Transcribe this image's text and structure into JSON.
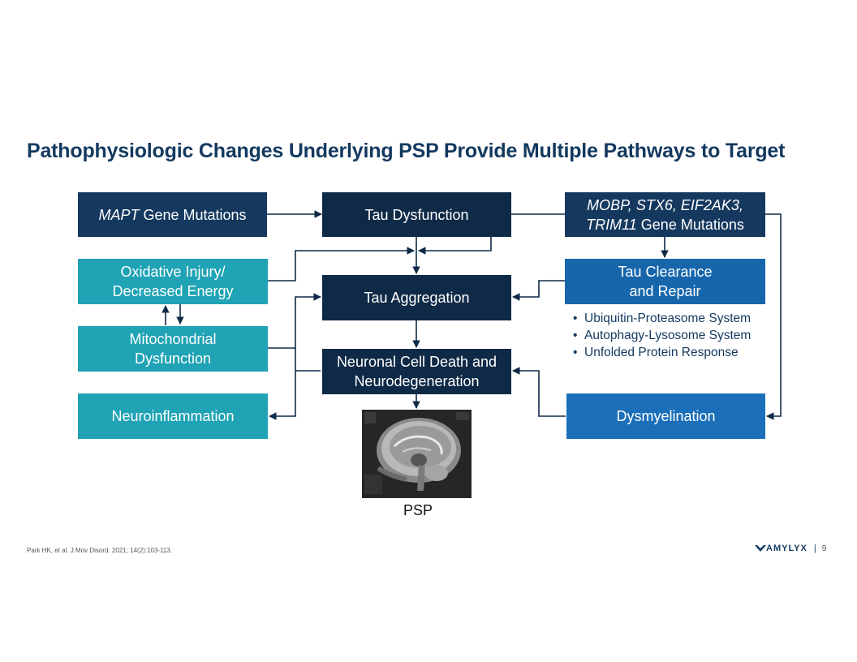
{
  "slide": {
    "title": "Pathophysiologic Changes Underlying PSP Provide Multiple Pathways to Target",
    "citation": "Park HK, et al. J Mov Disord. 2021; 14(2):103-113.",
    "page_number": "9",
    "logo_text": "AMYLYX"
  },
  "boxes": {
    "mapt": {
      "italic": "MAPT",
      "rest": " Gene Mutations"
    },
    "tau_dysfunction": "Tau Dysfunction",
    "mobp": {
      "line1": "MOBP, STX6, EIF2AK3,",
      "line2_italic": "TRIM11",
      "line2_rest": " Gene Mutations"
    },
    "oxidative": {
      "line1": "Oxidative Injury/",
      "line2": "Decreased Energy"
    },
    "tau_aggregation": "Tau Aggregation",
    "tau_clearance": {
      "line1": "Tau Clearance",
      "line2": "and Repair"
    },
    "mitochondrial": {
      "line1": "Mitochondrial",
      "line2": "Dysfunction"
    },
    "neuronal": {
      "line1": "Neuronal Cell Death and",
      "line2": "Neurodegeneration"
    },
    "neuroinflammation": "Neuroinflammation",
    "dysmyelination": "Dysmyelination"
  },
  "bullets": [
    "Ubiquitin-Proteasome System",
    "Autophagy-Lysosome System",
    "Unfolded Protein Response"
  ],
  "image": {
    "caption": "PSP"
  },
  "colors": {
    "navy": "#15385e",
    "dark_navy": "#0f2a47",
    "teal": "#1fa3b5",
    "blue": "#1766ac",
    "title": "#13395f"
  }
}
